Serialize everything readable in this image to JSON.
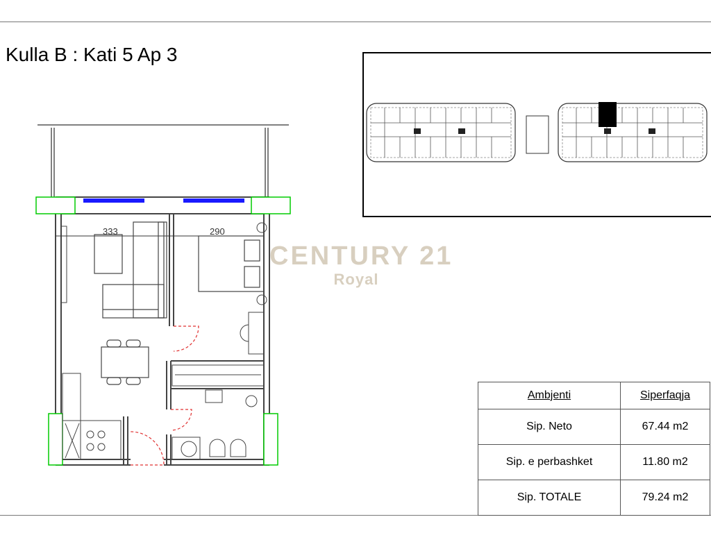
{
  "title": "Kulla B : Kati 5 Ap 3",
  "watermark": {
    "brand": "CENTURY 21",
    "sub": "Royal"
  },
  "plan": {
    "living_width": "333",
    "bedroom_width": "290"
  },
  "area_table": {
    "headers": [
      "Ambjenti",
      "Siperfaqja"
    ],
    "rows": [
      {
        "label": "Sip. Neto",
        "value": "67.44 m2"
      },
      {
        "label": "Sip. e perbashket",
        "value": "11.80 m2"
      },
      {
        "label": "Sip. TOTALE",
        "value": "79.24 m2"
      }
    ]
  },
  "colors": {
    "window": "#1a1aff",
    "column": "#00cc00",
    "door_swing": "#e03030",
    "watermark": "#d8cfbf"
  }
}
